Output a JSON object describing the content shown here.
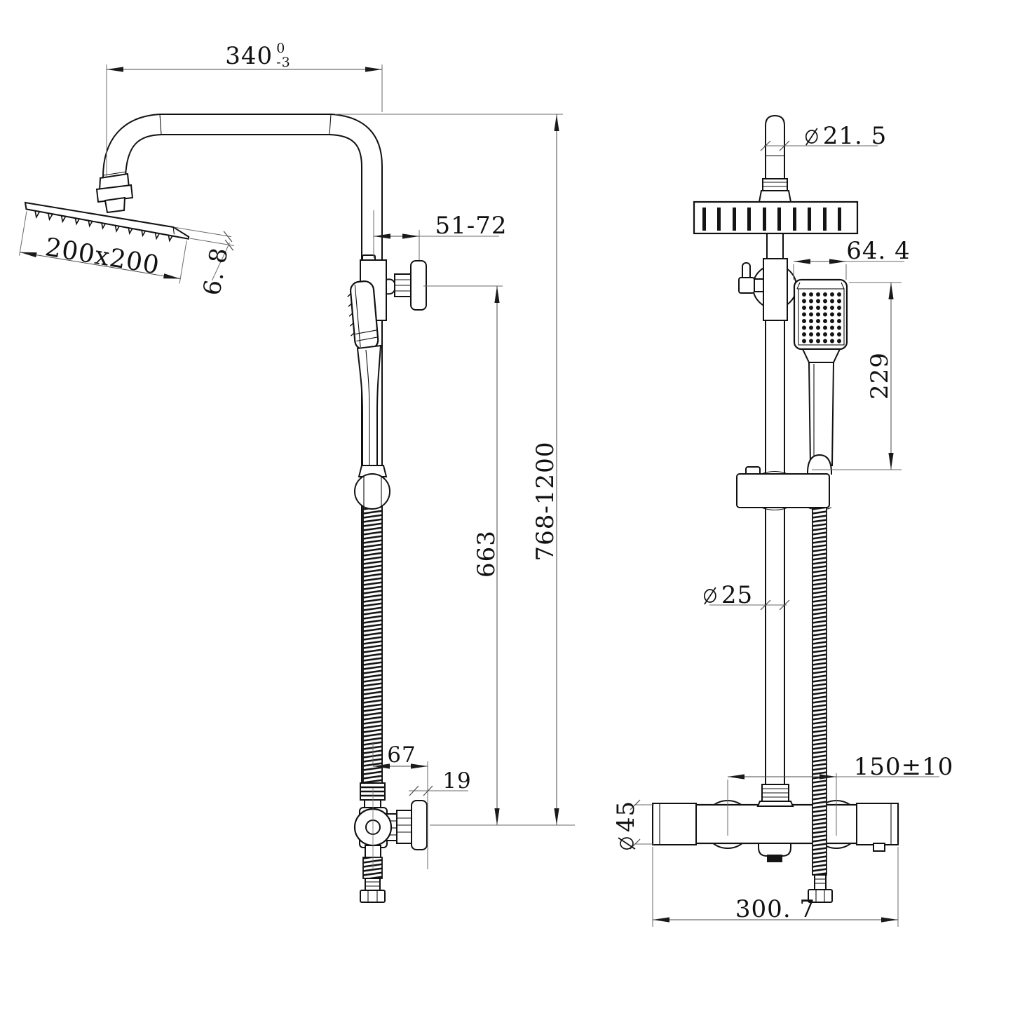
{
  "drawing": {
    "type": "technical-dimension-drawing",
    "subject": "thermostatic shower column, two orthographic views",
    "colors": {
      "background": "#ffffff",
      "line": "#111111",
      "dimension_line": "#4a4a4a"
    },
    "dims": {
      "arm_reach": {
        "value": "340",
        "tol_upper": "0",
        "tol_lower": "-3"
      },
      "head_size": "200x200",
      "head_thickness": "6. 8",
      "wall_bracket_range": "51-72",
      "hose_drop": "663",
      "riser_height": "768-1200",
      "valve_center_offset": "67",
      "wall_plate_thickness": "19",
      "top_pipe_diameter": "21. 5",
      "hand_shower_width": "64. 4",
      "hand_shower_length": "229",
      "riser_diameter": "25",
      "inlet_spacing": "150±10",
      "valve_body_diameter": "45",
      "valve_length": "300. 7"
    }
  }
}
